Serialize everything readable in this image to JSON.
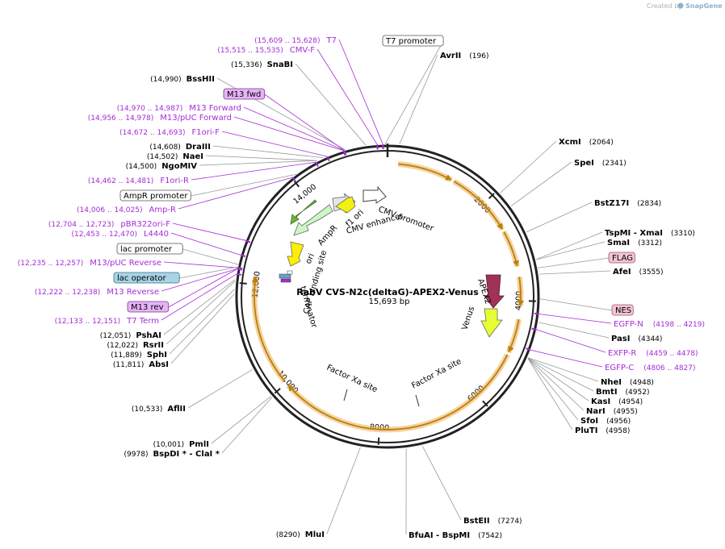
{
  "credit": {
    "prefix": "Created by",
    "brand": "SnapGene"
  },
  "plasmid": {
    "name": "RabV CVS-N2c(deltaG)-APEX2-Venus",
    "length_label": "15,693 bp",
    "length": 15693
  },
  "ticks": [
    {
      "label": "2000",
      "pos": 2000
    },
    {
      "label": "4000",
      "pos": 4000
    },
    {
      "label": "6000",
      "pos": 6000
    },
    {
      "label": "8000",
      "pos": 8000
    },
    {
      "label": "10,000",
      "pos": 10000
    },
    {
      "label": "12,000",
      "pos": 12000
    },
    {
      "label": "14,000",
      "pos": 14000
    }
  ],
  "sites": [
    {
      "name": "AvrII",
      "pos": "(196)",
      "bp": 196
    },
    {
      "name": "XcmI",
      "pos": "(2064)",
      "bp": 2064
    },
    {
      "name": "SpeI",
      "pos": "(2341)",
      "bp": 2341
    },
    {
      "name": "BstZ17I",
      "pos": "(2834)",
      "bp": 2834
    },
    {
      "name": "TspMI  - XmaI",
      "pos": "(3310)",
      "bp": 3310
    },
    {
      "name": "SmaI",
      "pos": "(3312)",
      "bp": 3312
    },
    {
      "name": "AfeI",
      "pos": "(3555)",
      "bp": 3555
    },
    {
      "name": "PasI",
      "pos": "(4344)",
      "bp": 4344
    },
    {
      "name": "NheI",
      "pos": "(4948)",
      "bp": 4948
    },
    {
      "name": "BmtI",
      "pos": "(4952)",
      "bp": 4952
    },
    {
      "name": "KasI",
      "pos": "(4954)",
      "bp": 4954
    },
    {
      "name": "NarI",
      "pos": "(4955)",
      "bp": 4955
    },
    {
      "name": "SfoI",
      "pos": "(4956)",
      "bp": 4956
    },
    {
      "name": "PluTI",
      "pos": "(4958)",
      "bp": 4958
    },
    {
      "name": "BstEII",
      "pos": "(7274)",
      "bp": 7274
    },
    {
      "name": "BfuAI  - BspMI",
      "pos": "(7542)",
      "bp": 7542
    },
    {
      "name": "MluI",
      "pos": "(8290)",
      "bp": 8290
    },
    {
      "name": "BspDI *  - ClaI *",
      "pos": "(9978)",
      "bp": 9978
    },
    {
      "name": "PmlI",
      "pos": "(10,001)",
      "bp": 10001
    },
    {
      "name": "AflII",
      "pos": "(10,533)",
      "bp": 10533
    },
    {
      "name": "AbsI",
      "pos": "(11,811)",
      "bp": 11811
    },
    {
      "name": "SphI",
      "pos": "(11,889)",
      "bp": 11889
    },
    {
      "name": "RsrII",
      "pos": "(12,022)",
      "bp": 12022
    },
    {
      "name": "PshAI",
      "pos": "(12,051)",
      "bp": 12051
    },
    {
      "name": "NgoMIV",
      "pos": "(14,500)",
      "bp": 14500
    },
    {
      "name": "NaeI",
      "pos": "(14,502)",
      "bp": 14502
    },
    {
      "name": "DraIII",
      "pos": "(14,608)",
      "bp": 14608
    },
    {
      "name": "BssHII",
      "pos": "(14,990)",
      "bp": 14990
    },
    {
      "name": "SnaBI",
      "pos": "(15,336)",
      "bp": 15336
    }
  ],
  "primers": [
    {
      "name": "T7",
      "pos": "(15,609 .. 15,628)",
      "bp": 15618
    },
    {
      "name": "CMV-F",
      "pos": "(15,515 .. 15,535)",
      "bp": 15525
    },
    {
      "name": "M13 Forward",
      "pos": "(14,970 .. 14,987)",
      "bp": 14978
    },
    {
      "name": "M13/pUC Forward",
      "pos": "(14,956 .. 14,978)",
      "bp": 14967
    },
    {
      "name": "F1ori-F",
      "pos": "(14,672 .. 14,693)",
      "bp": 14682
    },
    {
      "name": "F1ori-R",
      "pos": "(14,462 .. 14,481)",
      "bp": 14471
    },
    {
      "name": "Amp-R",
      "pos": "(14,006 .. 14,025)",
      "bp": 14015
    },
    {
      "name": "pBR322ori-F",
      "pos": "(12,704 .. 12,723)",
      "bp": 12713
    },
    {
      "name": "L4440",
      "pos": "(12,453 .. 12,470)",
      "bp": 12461
    },
    {
      "name": "M13/pUC Reverse",
      "pos": "(12,235 .. 12,257)",
      "bp": 12246
    },
    {
      "name": "M13 Reverse",
      "pos": "(12,222 .. 12,238)",
      "bp": 12230
    },
    {
      "name": "T7 Term",
      "pos": "(12,133 .. 12,151)",
      "bp": 12142
    },
    {
      "name": "EGFP-N",
      "pos": "(4198 .. 4219)",
      "bp": 4208
    },
    {
      "name": "EXFP-R",
      "pos": "(4459 .. 4478)",
      "bp": 4468
    },
    {
      "name": "EGFP-C",
      "pos": "(4806 .. 4827)",
      "bp": 4816
    }
  ],
  "boxed_labels": [
    {
      "name": "T7 promoter",
      "style": "plain",
      "bp": 15650
    },
    {
      "name": "M13 fwd",
      "style": "purple",
      "bp": 14978
    },
    {
      "name": "AmpR promoter",
      "style": "plain",
      "bp": 14100
    },
    {
      "name": "lac promoter",
      "style": "plain",
      "bp": 12300
    },
    {
      "name": "lac operator",
      "style": "blue",
      "bp": 12260
    },
    {
      "name": "M13 rev",
      "style": "purple",
      "bp": 12230
    },
    {
      "name": "FLAG",
      "style": "pink",
      "bp": 3450
    },
    {
      "name": "NES",
      "style": "pink",
      "bp": 3960
    }
  ],
  "features": {
    "cmv_promoter": "CMV promoter",
    "cmv_enhancer": "CMV enhancer",
    "f1_ori": "f1 ori",
    "ampr": "AmpR",
    "ori": "ori",
    "cap_site": "CAP binding site",
    "terminator": "terminator",
    "factor_xa_1": "Factor Xa site",
    "factor_xa_2": "Factor Xa site",
    "apex2": "APEX2",
    "venus": "Venus"
  },
  "colors": {
    "orf_arc": "#f0ad4e",
    "orf_line": "#b5800d",
    "apex2": "#a0325a",
    "venus": "#e5ff33",
    "f1_ori": "#f2f20c",
    "ampr": "#ccf7c4",
    "ori": "#ffee00",
    "primer": "#a52bd6",
    "backbone": "#222222"
  }
}
